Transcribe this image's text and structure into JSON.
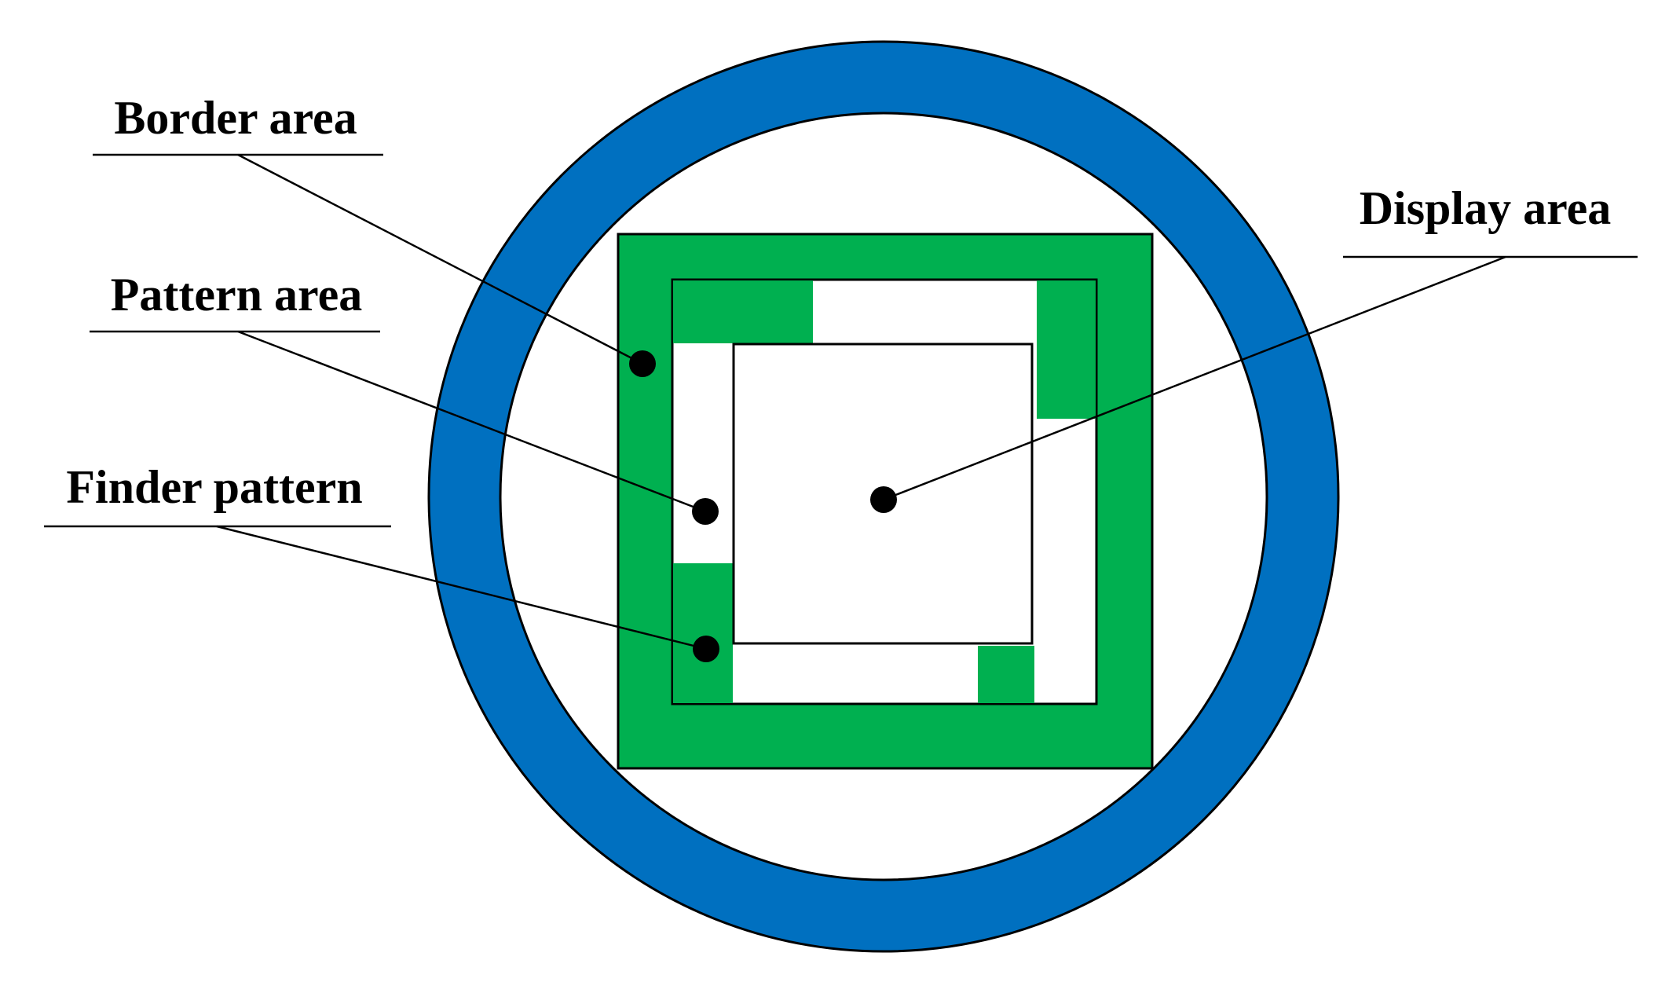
{
  "labels": {
    "border_area": "Border area",
    "pattern_area": "Pattern area",
    "finder_pattern": "Finder pattern",
    "display_area": "Display area"
  },
  "colors": {
    "ring": "#0070c0",
    "border": "#00b050",
    "background": "#ffffff",
    "outline": "#000000"
  }
}
